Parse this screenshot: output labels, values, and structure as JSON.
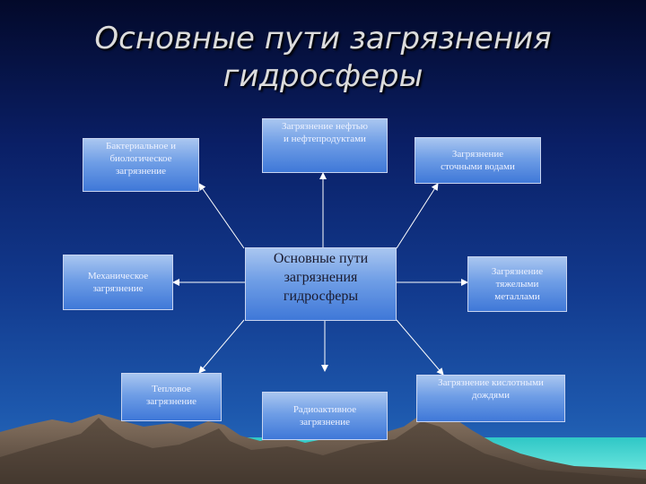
{
  "title": {
    "line1": "Основные пути загрязнения",
    "line2": "гидросферы"
  },
  "center": {
    "line1": "Основные пути",
    "line2": "загрязнения",
    "line3": "гидросферы"
  },
  "boxes": {
    "bacterial": {
      "line1": "Бактериальное и",
      "line2": "биологическое",
      "line3": "загрязнение"
    },
    "oil": {
      "line1": "Загрязнение нефтью",
      "line2": "и нефтепродуктами"
    },
    "sewage": {
      "line1": "Загрязнение",
      "line2": "сточными водами"
    },
    "mechanical": {
      "line1": "Механическое",
      "line2": "загрязнение"
    },
    "heavy_metals": {
      "line1": "Загрязнение",
      "line2": "тяжелыми",
      "line3": "металлами"
    },
    "thermal": {
      "line1": "Тепловое",
      "line2": "загрязнение"
    },
    "radioactive": {
      "line1": "Радиоактивное",
      "line2": "загрязнение"
    },
    "acid_rain": {
      "line1": "Загрязнение кислотными",
      "line2": "дождями"
    }
  },
  "colors": {
    "sky_top": "#03092a",
    "sky_bottom": "#2a6fbf",
    "box_top": "#a9c6f0",
    "box_bottom": "#3f78d8",
    "sea": "#3fd6cf",
    "mountains": "#6b5a4e"
  }
}
